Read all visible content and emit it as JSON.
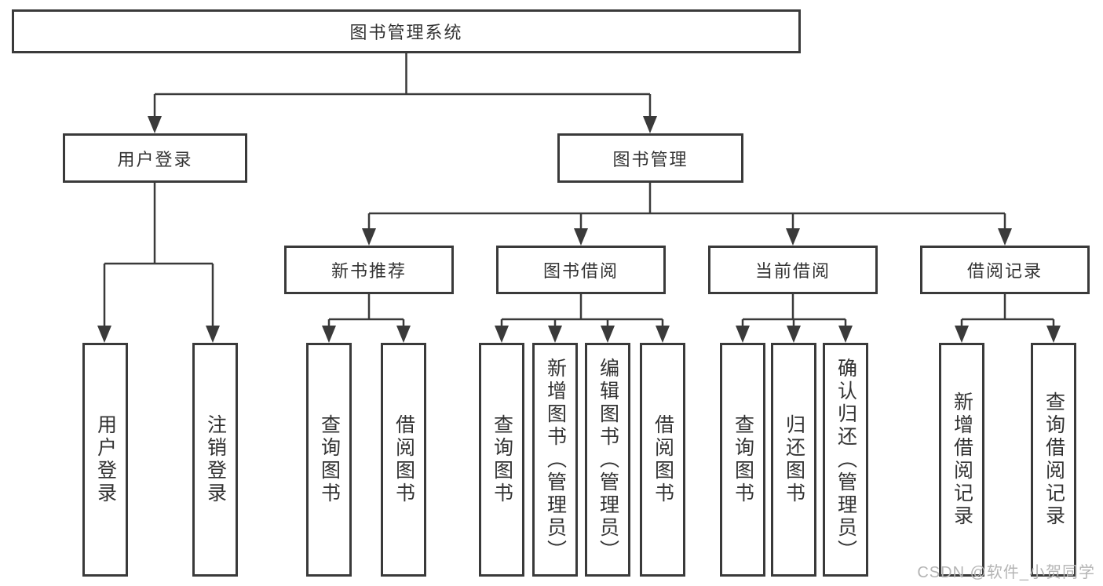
{
  "diagram": {
    "title": "图书管理系统",
    "root": {
      "label": "图书管理系统"
    },
    "level2": [
      {
        "label": "用户登录"
      },
      {
        "label": "图书管理"
      }
    ],
    "level3": [
      {
        "label": "新书推荐"
      },
      {
        "label": "图书借阅"
      },
      {
        "label": "当前借阅"
      },
      {
        "label": "借阅记录"
      }
    ],
    "leaves": [
      {
        "label": "用户登录"
      },
      {
        "label": "注销登录"
      },
      {
        "label": "查询图书"
      },
      {
        "label": "借阅图书"
      },
      {
        "label": "查询图书"
      },
      {
        "label": "新增图书（管理员）"
      },
      {
        "label": "编辑图书（管理员）"
      },
      {
        "label": "借阅图书"
      },
      {
        "label": "查询图书"
      },
      {
        "label": "归还图书"
      },
      {
        "label": "确认归还（管理员）"
      },
      {
        "label": "新增借阅记录"
      },
      {
        "label": "查询借阅记录"
      }
    ]
  },
  "watermark": {
    "text": "CSDN @软件_小贺同学"
  },
  "colors": {
    "line": "#3a3a3a",
    "border": "#3a3a3a",
    "text": "#333333",
    "watermark": "#b4b4b4",
    "background": "#ffffff"
  }
}
